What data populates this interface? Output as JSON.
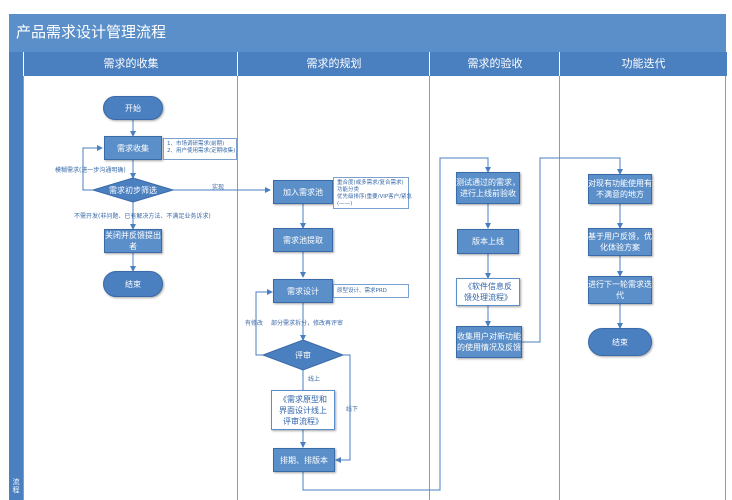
{
  "header": {
    "title": "产品需求设计管理流程"
  },
  "lanes": [
    "需求的收集",
    "需求的规划",
    "需求的验收",
    "功能迭代"
  ],
  "side_label": "流程",
  "nodes": {
    "start": "开始",
    "collect": "需求收集",
    "screen": "需求初步筛选",
    "close": "关闭并反馈提出者",
    "end1": "结束",
    "pool": "加入需求池",
    "extract": "需求池提取",
    "design": "需求设计",
    "review": "评审",
    "doc1": "《需求原型和\n界面设计线上\n评审流程》",
    "schedule": "排期、排版本",
    "test": "测试通过的需求，\n进行上线前验收",
    "launch": "版本上线",
    "doc2": "《软件信息反\n馈处理流程》",
    "feedback": "收集用户对新功能\n的使用情况及反馈",
    "unsat": "对现有功能使用有\n不满意的地方",
    "optimize": "基于用户反馈，优\n化体验方案",
    "next": "进行下一轮需求迭\n代",
    "end2": "结束"
  },
  "notes": {
    "collect": "1、市场调研需求(前期)\n2、用户使用需求(定期收集)",
    "pool": "重合度(或多需求/复合需求)\n功能分类\n优先级排序(重要/VIP客户/紧急\n(——)",
    "design": "原型设计、需求PRD"
  },
  "labels": {
    "vague": "模糊需求(进一步沟通明确)",
    "implement": "实现",
    "not_needed": "不需开发(非问题、已有解决方法、不满足业务诉求)",
    "has_issue": "有修改",
    "partial": "部分需求拆分，修改再评审",
    "online": "线上",
    "offline": "线下"
  }
}
